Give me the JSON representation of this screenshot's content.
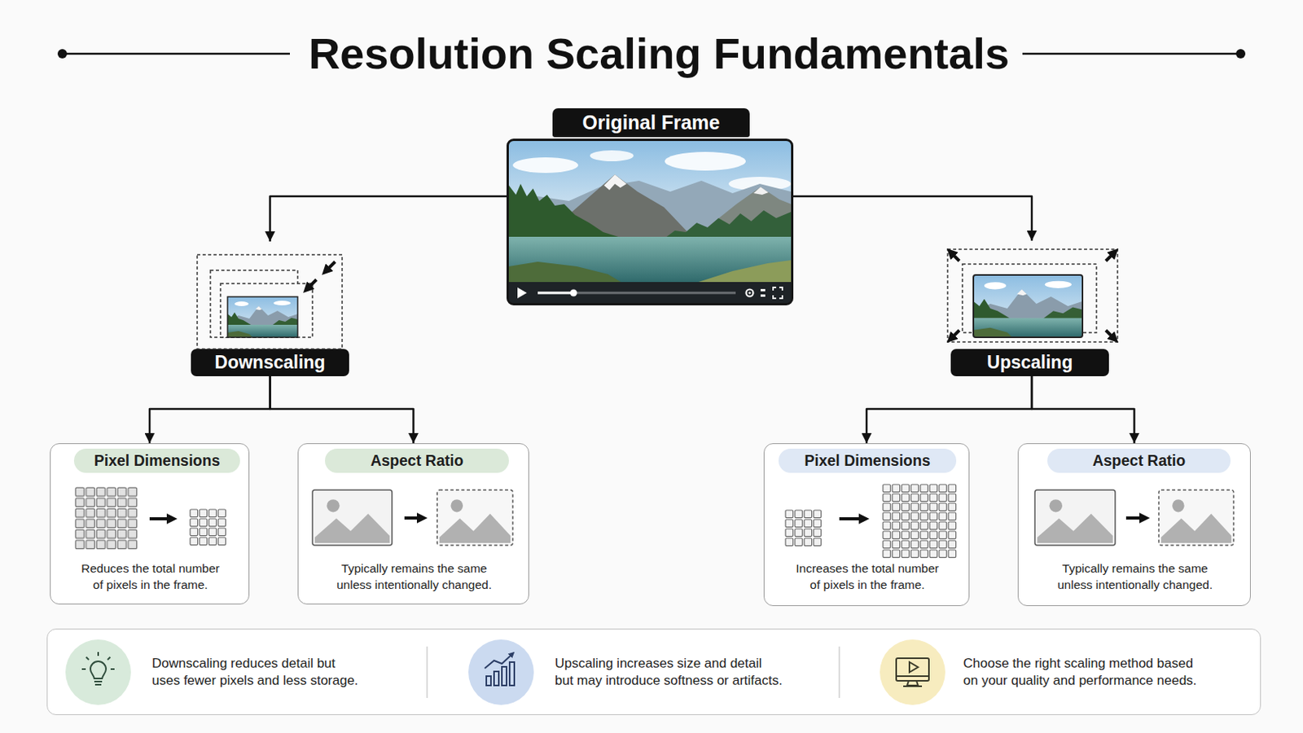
{
  "diagram": {
    "title": "Resolution Scaling Fundamentals",
    "nodes": [
      {
        "text": [
          "Original Frame"
        ]
      },
      {
        "text": [
          "Downscaling"
        ]
      },
      {
        "text": [
          "Upscaling"
        ]
      },
      {
        "text": [
          "Pixel Dimensions",
          "Reduces the total number of pixels in the frame."
        ]
      },
      {
        "text": [
          "Aspect Ratio",
          "Typically remains the same unless intentionally changed."
        ]
      },
      {
        "text": [
          "Pixel Dimensions",
          "Increases the total number of pixels in the frame."
        ]
      },
      {
        "text": [
          "Aspect Ratio",
          "Typically remains the same unless intentionally changed."
        ]
      },
      {
        "text": [
          "Downscaling reduces detail but uses fewer pixels and less storage.",
          "Upscaling increases size and detail but may introduce softness or artifacts.",
          "Choose the right scaling method based on your quality and performance needs."
        ]
      }
    ],
    "edges": [
      {
        "from": 0,
        "to": 1,
        "arrow": "to"
      },
      {
        "from": 0,
        "to": 2,
        "arrow": "to"
      },
      {
        "from": 1,
        "to": 3,
        "arrow": "to"
      },
      {
        "from": 1,
        "to": 4,
        "arrow": "to"
      },
      {
        "from": 2,
        "to": 5,
        "arrow": "to"
      },
      {
        "from": 2,
        "to": 6,
        "arrow": "to"
      }
    ]
  }
}
